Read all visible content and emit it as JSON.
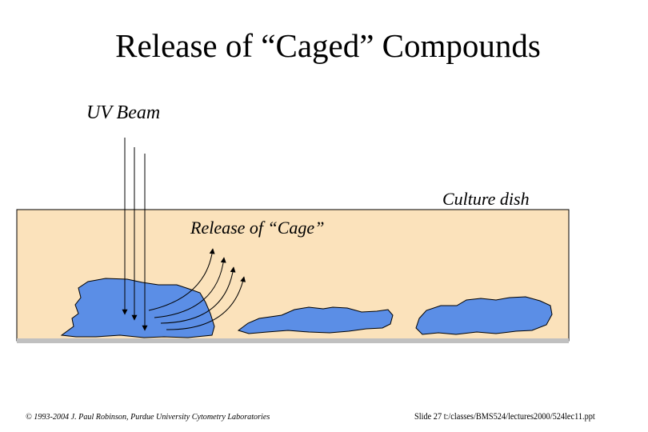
{
  "slide": {
    "title": "Release of “Caged” Compounds",
    "labels": {
      "uv_beam": "UV Beam",
      "culture_dish": "Culture dish",
      "release_of_cage": "Release of “Cage”"
    },
    "footer": {
      "copyright": "© 1993-2004 J. Paul Robinson, Purdue University Cytometry Laboratories",
      "slide_info": "Slide 27   t:/classes/BMS524/lectures2000/524lec11.ppt"
    }
  },
  "colors": {
    "dish_fill": "#fbe2bb",
    "dish_bottom": "#c0c0c0",
    "cell_fill": "#5b8ee6",
    "line": "#000000"
  }
}
